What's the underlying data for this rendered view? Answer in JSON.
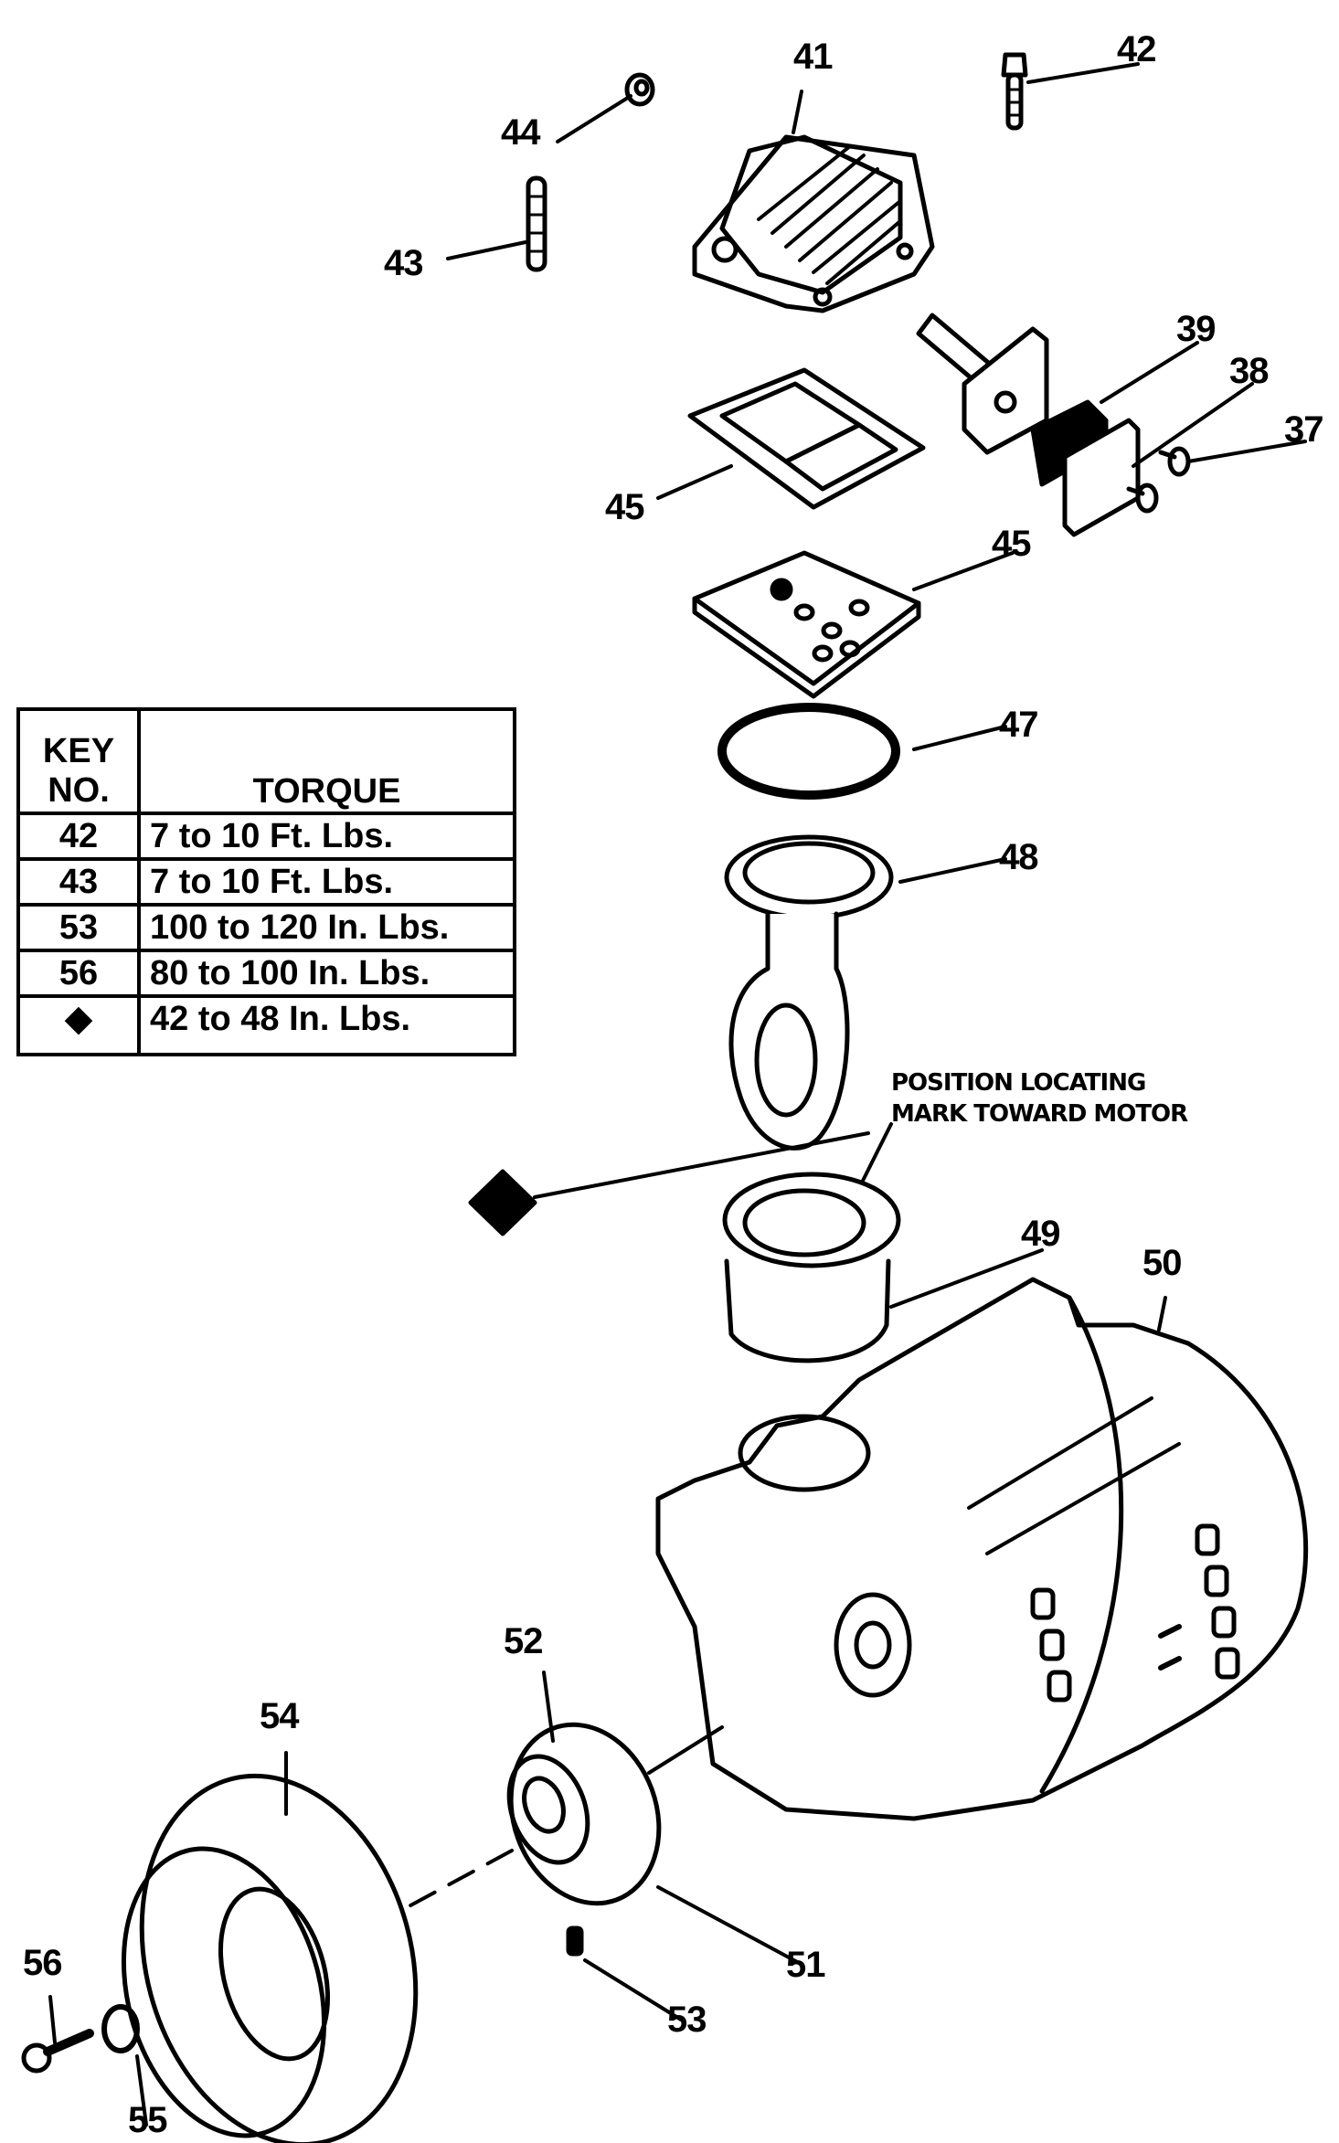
{
  "diagram": {
    "title": "Air compressor pump and motor exploded parts view",
    "callouts": [
      {
        "id": "37",
        "label": "37"
      },
      {
        "id": "38",
        "label": "38"
      },
      {
        "id": "39",
        "label": "39"
      },
      {
        "id": "41",
        "label": "41"
      },
      {
        "id": "42",
        "label": "42"
      },
      {
        "id": "43",
        "label": "43"
      },
      {
        "id": "44",
        "label": "44"
      },
      {
        "id": "45a",
        "label": "45"
      },
      {
        "id": "45b",
        "label": "45"
      },
      {
        "id": "47",
        "label": "47"
      },
      {
        "id": "48",
        "label": "48"
      },
      {
        "id": "49",
        "label": "49"
      },
      {
        "id": "50",
        "label": "50"
      },
      {
        "id": "51",
        "label": "51"
      },
      {
        "id": "52",
        "label": "52"
      },
      {
        "id": "53",
        "label": "53"
      },
      {
        "id": "54",
        "label": "54"
      },
      {
        "id": "55",
        "label": "55"
      },
      {
        "id": "56",
        "label": "56"
      }
    ],
    "note": {
      "line1": "POSITION LOCATING",
      "line2": "MARK TOWARD MOTOR"
    },
    "diamond_marker": "diamond-icon"
  },
  "torque_table": {
    "header_key_line1": "KEY",
    "header_key_line2": "NO.",
    "header_torque": "TORQUE",
    "rows": [
      {
        "key": "42",
        "torque": "7 to 10 Ft. Lbs."
      },
      {
        "key": "43",
        "torque": "7 to 10 Ft. Lbs."
      },
      {
        "key": "53",
        "torque": "100 to 120 In. Lbs."
      },
      {
        "key": "56",
        "torque": "80 to 100 In. Lbs."
      },
      {
        "key": "◆",
        "torque": "42 to 48 In. Lbs."
      }
    ]
  }
}
